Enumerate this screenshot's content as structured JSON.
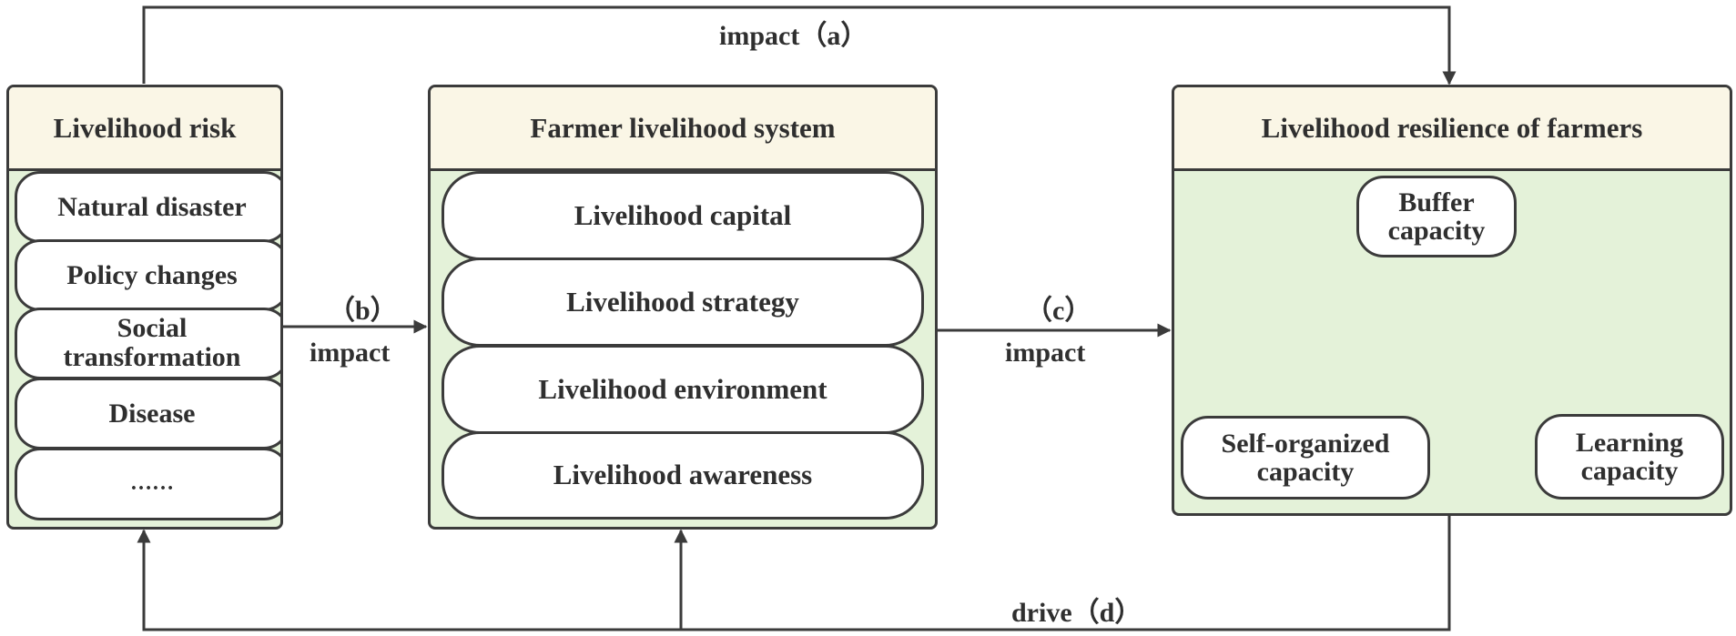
{
  "risk": {
    "title": "Livelihood risk",
    "items": [
      "Natural disaster",
      "Policy changes",
      "Social transformation",
      "Disease",
      "……"
    ]
  },
  "system": {
    "title": "Farmer livelihood system",
    "items": [
      "Livelihood capital",
      "Livelihood strategy",
      "Livelihood environment",
      "Livelihood awareness"
    ]
  },
  "resilience": {
    "title": "Livelihood resilience of farmers",
    "buffer": "Buffer capacity",
    "self_organized": "Self-organized capacity",
    "learning": "Learning capacity"
  },
  "edges": {
    "a": "impact（a）",
    "b_tag": "（b）",
    "b_label": "impact",
    "c_tag": "（c）",
    "c_label": "impact",
    "d": "drive（d）"
  },
  "colors": {
    "header_fill": "#faf6e6",
    "body_fill": "#e4f2d9",
    "stroke": "#3b3b3b"
  }
}
